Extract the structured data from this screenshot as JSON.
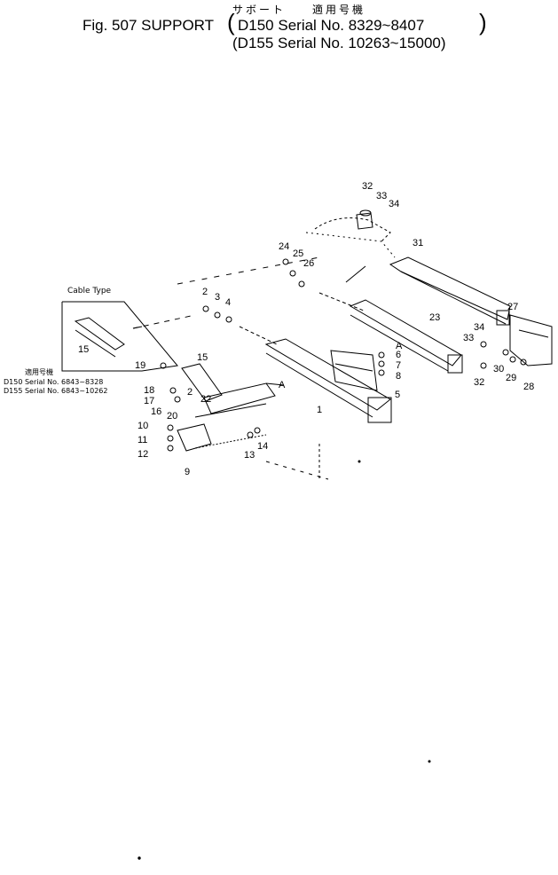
{
  "header": {
    "title_jp": "サボート",
    "applicable_jp": "適用号機",
    "title_en": "Fig. 507 SUPPORT",
    "serial_d150": "D150 Serial No. 8329~8407",
    "serial_d155": "D155 Serial No. 10263~15000"
  },
  "inset": {
    "label": "Cable Type",
    "part": "15"
  },
  "inset_note": {
    "applicable_jp": "適用号機",
    "d150": "D150 Serial No. 6843~8328",
    "d155": "D155 Serial No. 6843~10262"
  },
  "callouts": [
    "32",
    "33",
    "34",
    "31",
    "24",
    "25",
    "26",
    "2",
    "3",
    "4",
    "27",
    "23",
    "34",
    "33",
    "A",
    "6",
    "7",
    "8",
    "5",
    "30",
    "29",
    "28",
    "32",
    "19",
    "15",
    "18",
    "17",
    "2",
    "22",
    "16",
    "20",
    "A",
    "1",
    "10",
    "11",
    "12",
    "14",
    "13",
    "9"
  ]
}
